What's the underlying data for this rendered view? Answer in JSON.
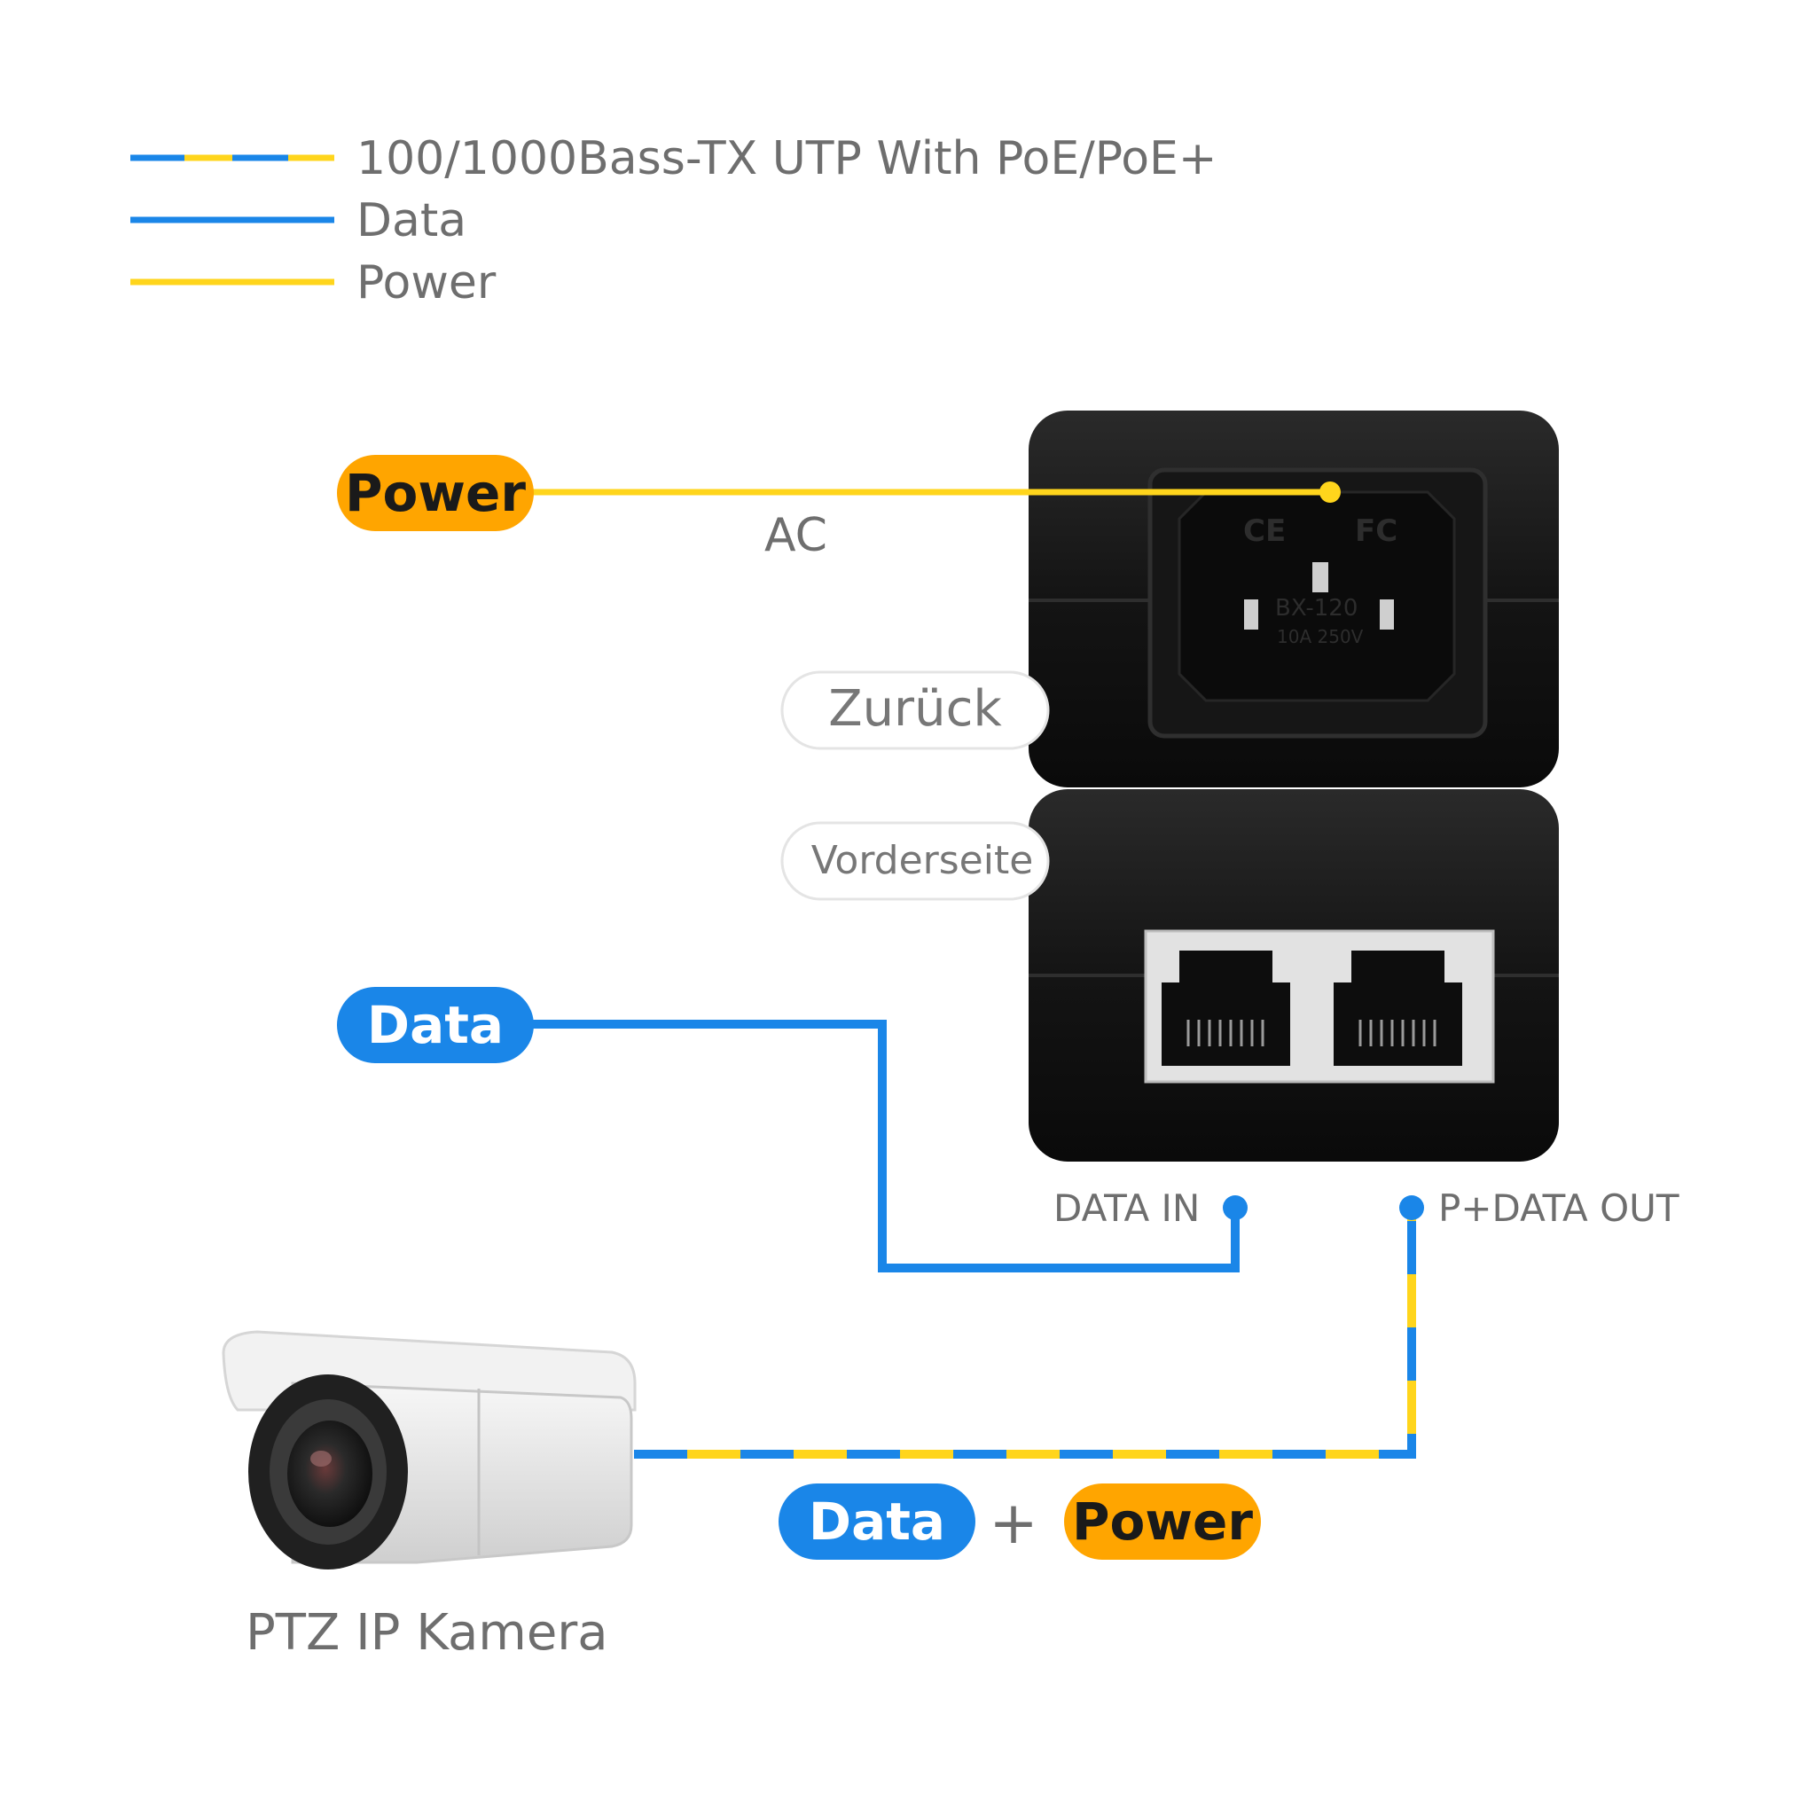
{
  "legend": {
    "items": [
      {
        "label": "100/1000Bass-TX UTP With PoE/PoE+",
        "style": "poe"
      },
      {
        "label": "Data",
        "style": "data"
      },
      {
        "label": "Power",
        "style": "power"
      }
    ]
  },
  "colors": {
    "data": "#1a86e8",
    "power": "#ffd51c",
    "power_pill": "#ffa500",
    "device": "#141414",
    "text_gray": "#6e6e6e"
  },
  "power_input": {
    "pill": "Power",
    "connector": "AC"
  },
  "device_back": {
    "side": "Zurück",
    "socket_markings": [
      "CE",
      "FC",
      "BX-120",
      "10A 250V"
    ]
  },
  "device_front": {
    "side": "Vorderseite"
  },
  "data_input": {
    "pill": "Data"
  },
  "ports": {
    "data_in": "DATA IN",
    "poe_out": "P+DATA OUT"
  },
  "output": {
    "data_pill": "Data",
    "plus": "+",
    "power_pill": "Power"
  },
  "camera": {
    "label": "PTZ IP Kamera"
  }
}
